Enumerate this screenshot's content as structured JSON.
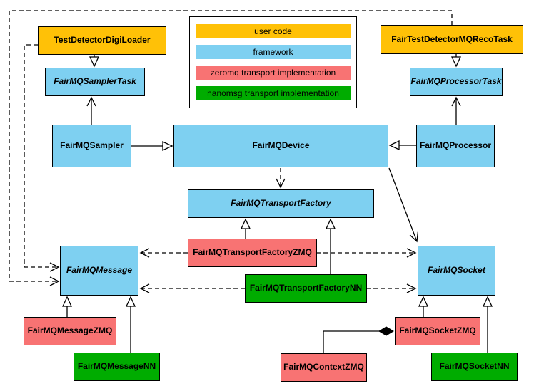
{
  "diagram_type": "uml-class-diagram",
  "colors": {
    "user_code": "#ffc107",
    "framework": "#7ed0f1",
    "zeromq": "#f87373",
    "nanomsg": "#00ac00",
    "line": "#000000",
    "background": "#ffffff"
  },
  "legend": {
    "items": [
      {
        "label": "user code",
        "color": "#ffc107"
      },
      {
        "label": "framework",
        "color": "#7ed0f1"
      },
      {
        "label": "zeromq transport implementation",
        "color": "#f87373"
      },
      {
        "label": "nanomsg transport implementation",
        "color": "#00ac00"
      }
    ]
  },
  "nodes": [
    {
      "id": "TestDetectorDigiLoader",
      "label": "TestDetectorDigiLoader",
      "category": "user code",
      "abstract": false
    },
    {
      "id": "FairTestDetectorMQRecoTask",
      "label": "FairTestDetectorMQRecoTask",
      "category": "user code",
      "abstract": false
    },
    {
      "id": "FairMQSamplerTask",
      "label": "FairMQSamplerTask",
      "category": "framework",
      "abstract": true
    },
    {
      "id": "FairMQProcessorTask",
      "label": "FairMQProcessorTask",
      "category": "framework",
      "abstract": true
    },
    {
      "id": "FairMQSampler",
      "label": "FairMQSampler",
      "category": "framework",
      "abstract": false
    },
    {
      "id": "FairMQDevice",
      "label": "FairMQDevice",
      "category": "framework",
      "abstract": false
    },
    {
      "id": "FairMQProcessor",
      "label": "FairMQProcessor",
      "category": "framework",
      "abstract": false
    },
    {
      "id": "FairMQTransportFactory",
      "label": "FairMQTransportFactory",
      "category": "framework",
      "abstract": true
    },
    {
      "id": "FairMQTransportFactoryZMQ",
      "label": "FairMQTransportFactoryZMQ",
      "category": "zeromq",
      "abstract": false
    },
    {
      "id": "FairMQTransportFactoryNN",
      "label": "FairMQTransportFactoryNN",
      "category": "nanomsg",
      "abstract": false
    },
    {
      "id": "FairMQMessage",
      "label": "FairMQMessage",
      "category": "framework",
      "abstract": true
    },
    {
      "id": "FairMQSocket",
      "label": "FairMQSocket",
      "category": "framework",
      "abstract": true
    },
    {
      "id": "FairMQMessageZMQ",
      "label": "FairMQMessageZMQ",
      "category": "zeromq",
      "abstract": false
    },
    {
      "id": "FairMQMessageNN",
      "label": "FairMQMessageNN",
      "category": "nanomsg",
      "abstract": false
    },
    {
      "id": "FairMQSocketZMQ",
      "label": "FairMQSocketZMQ",
      "category": "zeromq",
      "abstract": false
    },
    {
      "id": "FairMQContextZMQ",
      "label": "FairMQContextZMQ",
      "category": "zeromq",
      "abstract": false
    },
    {
      "id": "FairMQSocketNN",
      "label": "FairMQSocketNN",
      "category": "nanomsg",
      "abstract": false
    }
  ],
  "edges": [
    {
      "from": "TestDetectorDigiLoader",
      "to": "FairMQSamplerTask",
      "type": "inheritance"
    },
    {
      "from": "FairTestDetectorMQRecoTask",
      "to": "FairMQProcessorTask",
      "type": "inheritance"
    },
    {
      "from": "FairMQSampler",
      "to": "FairMQDevice",
      "type": "inheritance"
    },
    {
      "from": "FairMQProcessor",
      "to": "FairMQDevice",
      "type": "inheritance"
    },
    {
      "from": "FairMQSampler",
      "to": "FairMQSamplerTask",
      "type": "association"
    },
    {
      "from": "FairMQProcessor",
      "to": "FairMQProcessorTask",
      "type": "association"
    },
    {
      "from": "FairMQDevice",
      "to": "FairMQSocket",
      "type": "association"
    },
    {
      "from": "FairMQDevice",
      "to": "FairMQTransportFactory",
      "type": "dependency"
    },
    {
      "from": "TestDetectorDigiLoader",
      "to": "FairMQMessage",
      "type": "dependency"
    },
    {
      "from": "FairTestDetectorMQRecoTask",
      "to": "FairMQMessage",
      "type": "dependency"
    },
    {
      "from": "FairMQTransportFactoryZMQ",
      "to": "FairMQTransportFactory",
      "type": "inheritance"
    },
    {
      "from": "FairMQTransportFactoryNN",
      "to": "FairMQTransportFactory",
      "type": "inheritance"
    },
    {
      "from": "FairMQTransportFactoryZMQ",
      "to": "FairMQMessage",
      "type": "dependency"
    },
    {
      "from": "FairMQTransportFactoryZMQ",
      "to": "FairMQSocket",
      "type": "dependency"
    },
    {
      "from": "FairMQTransportFactoryNN",
      "to": "FairMQMessage",
      "type": "dependency"
    },
    {
      "from": "FairMQTransportFactoryNN",
      "to": "FairMQSocket",
      "type": "dependency"
    },
    {
      "from": "FairMQMessageZMQ",
      "to": "FairMQMessage",
      "type": "inheritance"
    },
    {
      "from": "FairMQMessageNN",
      "to": "FairMQMessage",
      "type": "inheritance"
    },
    {
      "from": "FairMQSocketZMQ",
      "to": "FairMQSocket",
      "type": "inheritance"
    },
    {
      "from": "FairMQSocketNN",
      "to": "FairMQSocket",
      "type": "inheritance"
    },
    {
      "from": "FairMQContextZMQ",
      "to": "FairMQSocketZMQ",
      "type": "composition"
    }
  ]
}
